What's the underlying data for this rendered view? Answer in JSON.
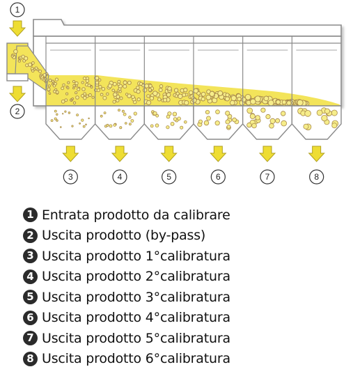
{
  "colors": {
    "product": "#f3e45a",
    "frame": "#8a8a8a",
    "arrow": "#eedd33",
    "arrow_stroke": "#b0a020",
    "grain": "#a8894a",
    "badge": "#2b2b2b"
  },
  "icons": {
    "arrow": "down-arrow-icon",
    "callout": "numbered-circle-icon"
  },
  "diagram": {
    "stages": 6,
    "callouts": [
      {
        "number": "1",
        "role": "inlet"
      },
      {
        "number": "2",
        "role": "bypass"
      },
      {
        "number": "3",
        "role": "outlet"
      },
      {
        "number": "4",
        "role": "outlet"
      },
      {
        "number": "5",
        "role": "outlet"
      },
      {
        "number": "6",
        "role": "outlet"
      },
      {
        "number": "7",
        "role": "outlet"
      },
      {
        "number": "8",
        "role": "outlet"
      }
    ]
  },
  "legend": {
    "items": [
      {
        "number": "1",
        "label": "Entrata prodotto da calibrare"
      },
      {
        "number": "2",
        "label": "Uscita prodotto (by-pass)"
      },
      {
        "number": "3",
        "label": "Uscita prodotto 1°calibratura"
      },
      {
        "number": "4",
        "label": "Uscita prodotto 2°calibratura"
      },
      {
        "number": "5",
        "label": "Uscita prodotto 3°calibratura"
      },
      {
        "number": "6",
        "label": "Uscita prodotto 4°calibratura"
      },
      {
        "number": "7",
        "label": "Uscita prodotto 5°calibratura"
      },
      {
        "number": "8",
        "label": "Uscita prodotto 6°calibratura"
      }
    ]
  }
}
